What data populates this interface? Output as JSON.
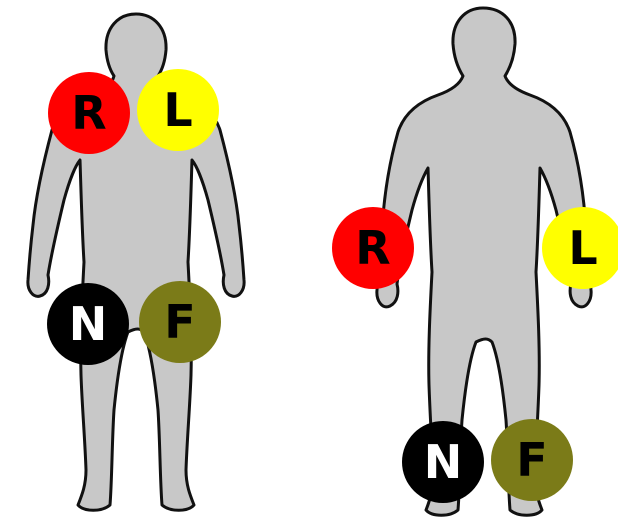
{
  "figures": [
    {
      "id": "front",
      "electrodes": [
        {
          "letter": "R",
          "fill": "#ff0000",
          "text_color": "#000000"
        },
        {
          "letter": "L",
          "fill": "#ffff00",
          "text_color": "#000000"
        },
        {
          "letter": "N",
          "fill": "#000000",
          "text_color": "#ffffff"
        },
        {
          "letter": "F",
          "fill": "#7b7b18",
          "text_color": "#000000"
        }
      ]
    },
    {
      "id": "back",
      "electrodes": [
        {
          "letter": "R",
          "fill": "#ff0000",
          "text_color": "#000000"
        },
        {
          "letter": "L",
          "fill": "#ffff00",
          "text_color": "#000000"
        },
        {
          "letter": "N",
          "fill": "#000000",
          "text_color": "#ffffff"
        },
        {
          "letter": "F",
          "fill": "#7b7b18",
          "text_color": "#000000"
        }
      ]
    }
  ]
}
